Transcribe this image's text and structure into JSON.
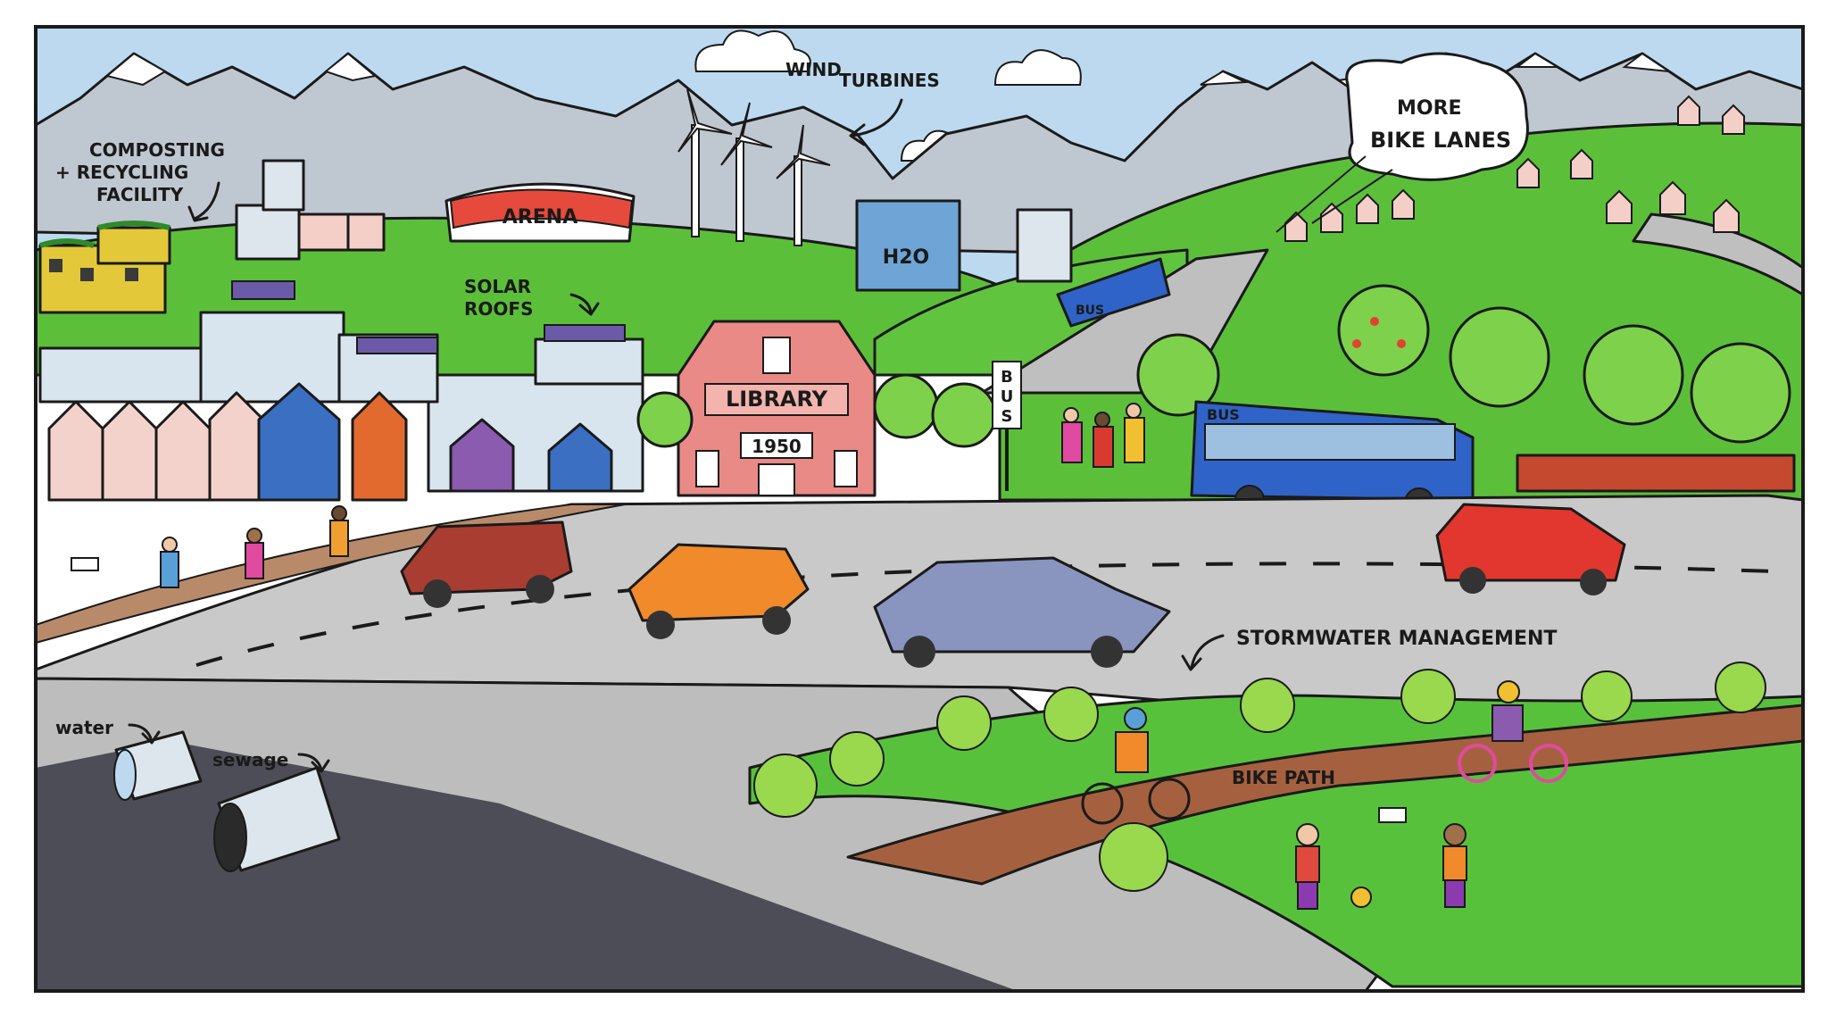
{
  "labels": {
    "composting": [
      "COMPOSTING",
      "+ RECYCLING",
      "FACILITY"
    ],
    "wind": [
      "WIND",
      "TURBINES"
    ],
    "bike_lanes": [
      "MORE",
      "BIKE LANES"
    ],
    "solar": [
      "SOLAR",
      "ROOFS"
    ],
    "stormwater": "STORMWATER MANAGEMENT",
    "bike_path": "BIKE PATH",
    "water": "water",
    "sewage": "sewage"
  },
  "signs": {
    "arena": "ARENA",
    "h2o": "H2O",
    "library": "LIBRARY",
    "library_year": "1950",
    "bus_front_top": "BUS",
    "bus_front_main": "BUS",
    "bus_stop": [
      "B",
      "U",
      "S"
    ]
  },
  "colors": {
    "sky": "#bcd9ef",
    "hills": "#5cbf3a",
    "grass": "#58c13c",
    "road": "#c9c9c9",
    "underground": "#4d4d57",
    "library": "#e98a86",
    "bus": "#2f63c8"
  }
}
